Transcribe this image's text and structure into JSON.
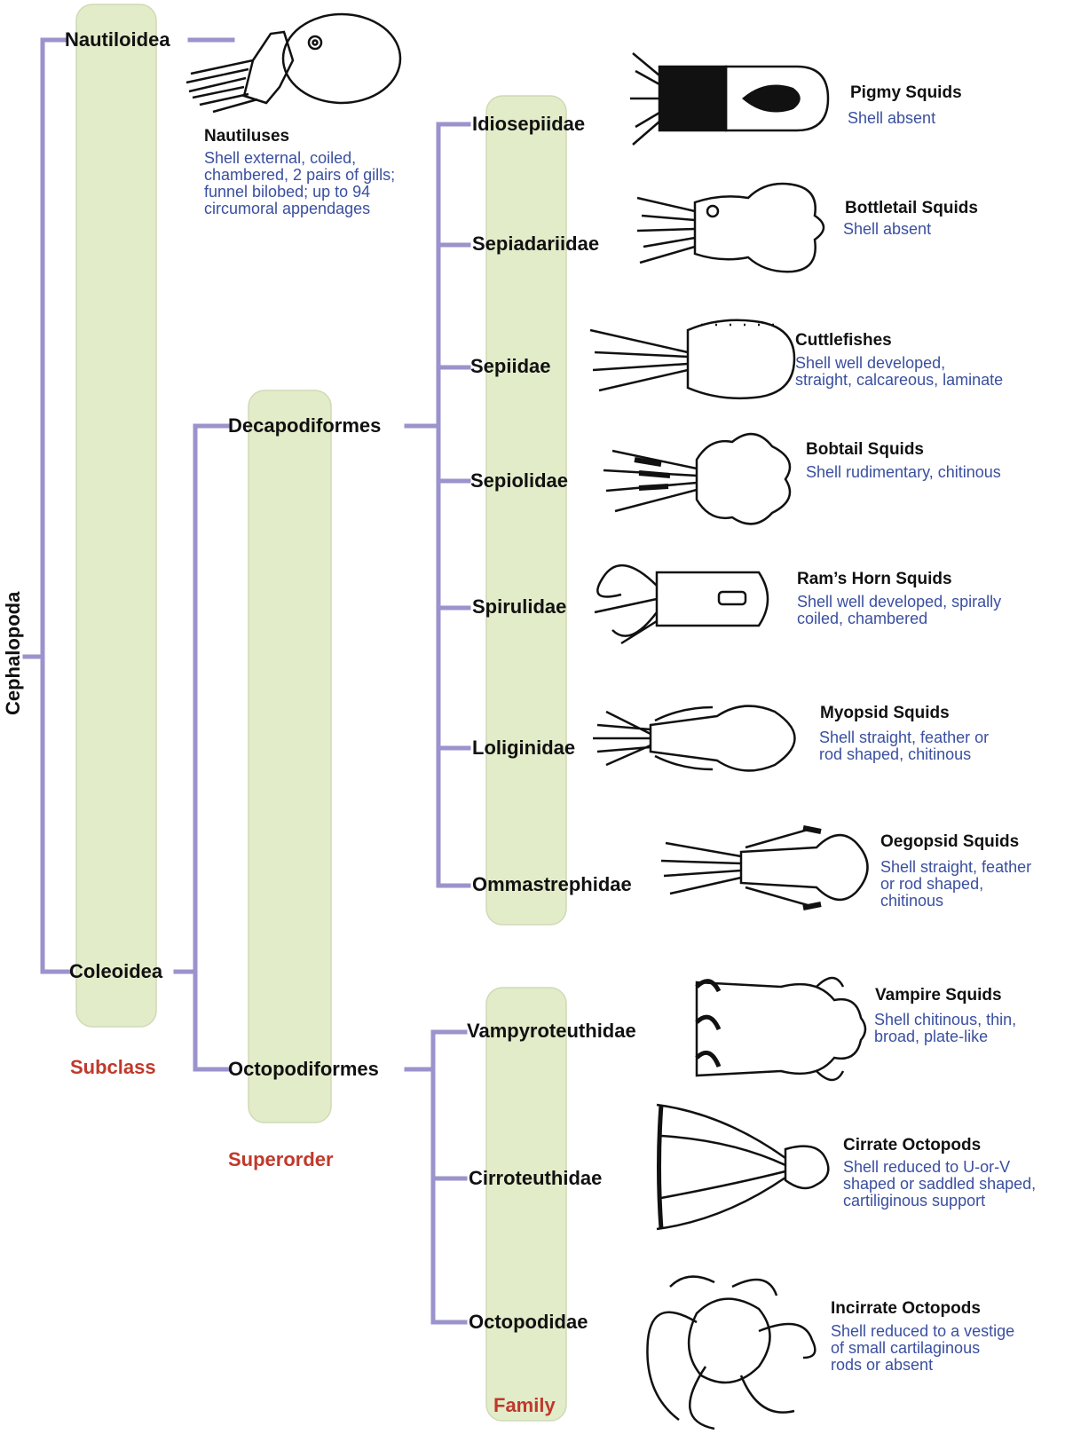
{
  "root": "Cephalopoda",
  "levels": {
    "subclass": "Subclass",
    "superorder": "Superorder",
    "family": "Family"
  },
  "subclasses": {
    "nautiloidea": "Nautiloidea",
    "coleoidea": "Coleoidea"
  },
  "superorders": {
    "decapodiformes": "Decapodiformes",
    "octopodiformes": "Octopodiformes"
  },
  "families": [
    "Idiosepiidae",
    "Sepiadariidae",
    "Sepiidae",
    "Sepiolidae",
    "Spirulidae",
    "Loliginidae",
    "Ommastrephidae",
    "Vampyroteuthidae",
    "Cirroteuthidae",
    "Octopodidae"
  ],
  "common": [
    {
      "name": "Nautiluses",
      "desc": "Shell external, coiled,\nchambered, 2 pairs of gills;\nfunnel bilobed; up to 94\ncircumoral appendages"
    },
    {
      "name": "Pigmy Squids",
      "desc": "Shell absent"
    },
    {
      "name": "Bottletail Squids",
      "desc": "Shell absent"
    },
    {
      "name": "Cuttlefishes",
      "desc": "Shell well developed,\nstraight, calcareous, laminate"
    },
    {
      "name": "Bobtail Squids",
      "desc": "Shell rudimentary, chitinous"
    },
    {
      "name": "Ram’s Horn Squids",
      "desc": "Shell well developed, spirally\ncoiled, chambered"
    },
    {
      "name": "Myopsid Squids",
      "desc": "Shell straight, feather  or\nrod shaped, chitinous"
    },
    {
      "name": "Oegopsid Squids",
      "desc": "Shell straight, feather\nor rod shaped,\nchitinous"
    },
    {
      "name": "Vampire Squids",
      "desc": "Shell chitinous, thin,\nbroad, plate-like"
    },
    {
      "name": "Cirrate Octopods",
      "desc": "Shell reduced to U-or-V\nshaped or saddled shaped,\ncartiliginous support"
    },
    {
      "name": "Incirrate Octopods",
      "desc": "Shell reduced to a vestige\nof small cartilaginous\nrods or absent"
    }
  ],
  "colors": {
    "line": "#9b93cc",
    "band": "#e2ecc9",
    "band_border": "#cfdab5",
    "level": "#c0392b",
    "desc": "#3a4fa0"
  }
}
